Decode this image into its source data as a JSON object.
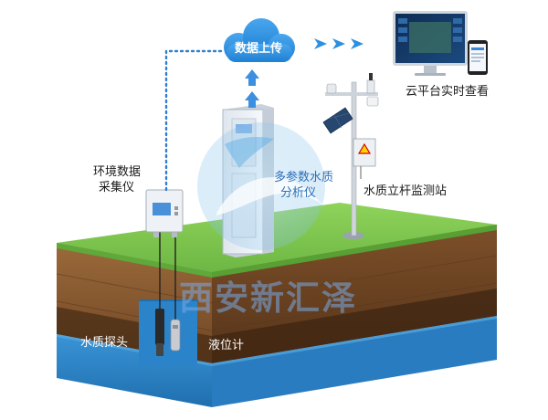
{
  "labels": {
    "data_upload": "数据上传",
    "cloud_platform": "云平台实时查看",
    "env_collector_line1": "环境数据",
    "env_collector_line2": "采集仪",
    "multi_param_line1": "多参数水质",
    "multi_param_line2": "分析仪",
    "pole_station": "水质立杆监测站",
    "water_probe": "水质探头",
    "level_gauge": "液位计"
  },
  "watermark": "西安新汇泽",
  "icons": {
    "cloud": "cloud-icon",
    "monitor": "desktop-monitor-icon",
    "phone": "smartphone-icon",
    "analyzer": "water-analyzer-cabinet-icon",
    "collector": "data-collector-box-icon",
    "station": "weather-pole-icon",
    "solar": "solar-panel-icon",
    "warning": "warning-triangle-icon"
  },
  "colors": {
    "grass": "#7ec850",
    "soil_top": "#8a5a2e",
    "soil_dark": "#5b3a20",
    "water": "#2f86c9",
    "cloud": "#2d8fe0",
    "dotted_line": "#2f7fd0",
    "arrow": "#2d8fe0"
  }
}
